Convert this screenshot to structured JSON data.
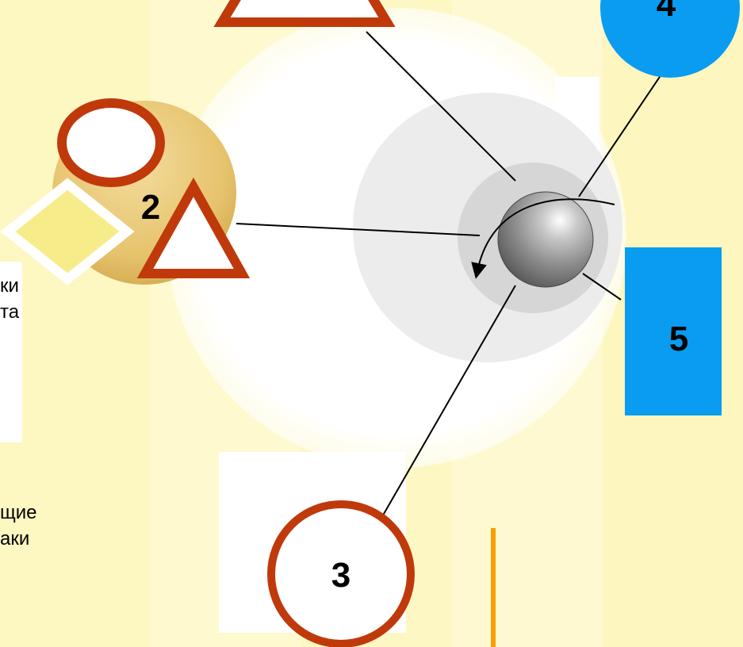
{
  "labels": {
    "n2": "2",
    "n3": "3",
    "n4": "4",
    "n5": "5"
  },
  "left_text": {
    "line1": "ки",
    "line2": "та",
    "line3": "щие",
    "line4": "аки"
  },
  "colors": {
    "background": "#fdf8c8",
    "red_outline": "#c0390b",
    "blue": "#0a9cf0",
    "yellow_diamond": "#f7ec8a",
    "orange_line": "#f5a000",
    "tan_sphere": "#e9c677"
  },
  "icons": [
    "triangle-shape",
    "circle-shape",
    "diamond-shape",
    "rectangle-shape",
    "sphere-shape",
    "rotation-arrow-icon"
  ]
}
